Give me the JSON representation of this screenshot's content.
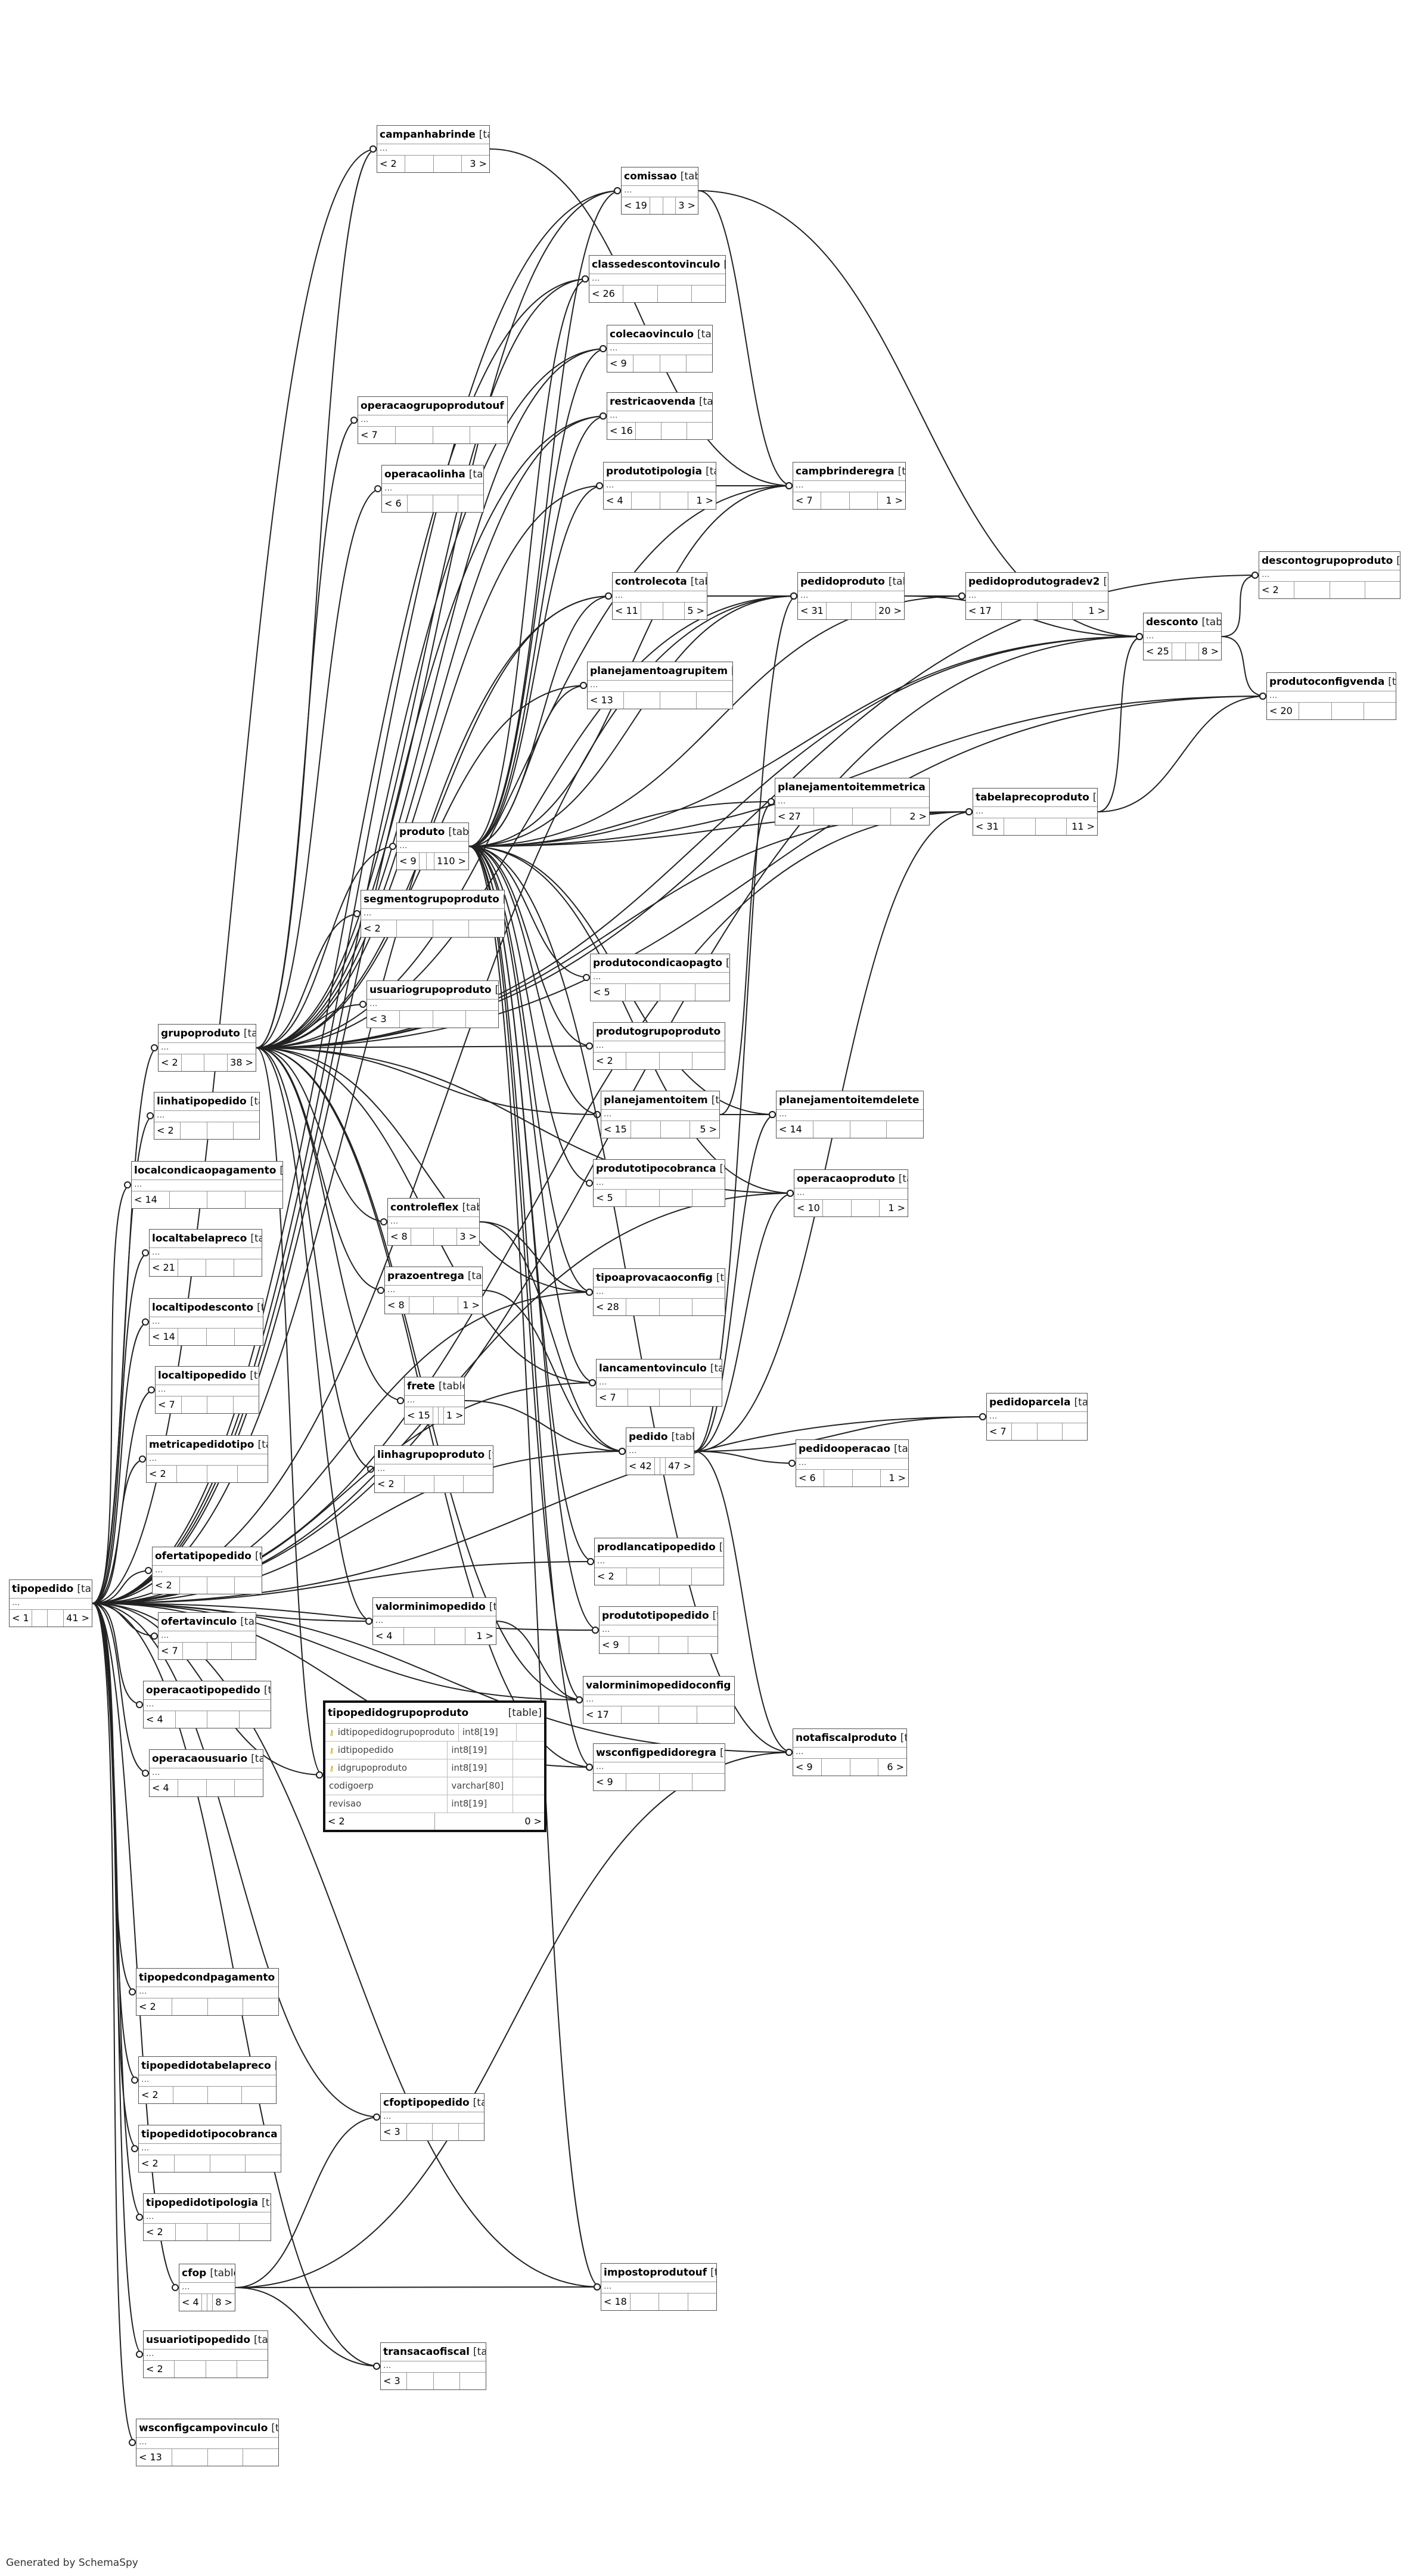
{
  "diagram": {
    "footer": "Generated by SchemaSpy",
    "focus_table": {
      "name": "tipopedidogrupoproduto",
      "tag": "[table]",
      "columns": [
        {
          "name": "idtipopedidogrupoproduto",
          "type": "int8[19]",
          "key": "pk"
        },
        {
          "name": "idtipopedido",
          "type": "int8[19]",
          "key": "fk"
        },
        {
          "name": "idgrupoproduto",
          "type": "int8[19]",
          "key": "fk"
        },
        {
          "name": "codigoerp",
          "type": "varchar[80]",
          "key": ""
        },
        {
          "name": "revisao",
          "type": "int8[19]",
          "key": ""
        }
      ],
      "parents": "< 2",
      "children": "0 >"
    },
    "tables": [
      {
        "id": "campanhabrinde",
        "tag": "[table]",
        "parents": "< 2",
        "children": "3 >"
      },
      {
        "id": "comissao",
        "tag": "[table]",
        "parents": "< 19",
        "children": "3 >"
      },
      {
        "id": "classedescontovinculo",
        "tag": "[table]",
        "parents": "< 26",
        "children": ""
      },
      {
        "id": "colecaovinculo",
        "tag": "[table]",
        "parents": "< 9",
        "children": ""
      },
      {
        "id": "operacaogrupoprodutouf",
        "tag": "[table]",
        "parents": "< 7",
        "children": ""
      },
      {
        "id": "restricaovenda",
        "tag": "[table]",
        "parents": "< 16",
        "children": ""
      },
      {
        "id": "operacaolinha",
        "tag": "[table]",
        "parents": "< 6",
        "children": ""
      },
      {
        "id": "produtotipologia",
        "tag": "[table]",
        "parents": "< 4",
        "children": "1 >"
      },
      {
        "id": "campbrinderegra",
        "tag": "[table]",
        "parents": "< 7",
        "children": "1 >"
      },
      {
        "id": "descontogrupoproduto",
        "tag": "[table]",
        "parents": "< 2",
        "children": ""
      },
      {
        "id": "controlecota",
        "tag": "[table]",
        "parents": "< 11",
        "children": "5 >"
      },
      {
        "id": "pedidoproduto",
        "tag": "[table]",
        "parents": "< 31",
        "children": "20 >"
      },
      {
        "id": "pedidoprodutogradev2",
        "tag": "[table]",
        "parents": "< 17",
        "children": "1 >"
      },
      {
        "id": "desconto",
        "tag": "[table]",
        "parents": "< 25",
        "children": "8 >"
      },
      {
        "id": "produtoconfigvenda",
        "tag": "[table]",
        "parents": "< 20",
        "children": ""
      },
      {
        "id": "planejamentoagrupitem",
        "tag": "[table]",
        "parents": "< 13",
        "children": ""
      },
      {
        "id": "planejamentoitemmetrica",
        "tag": "[table]",
        "parents": "< 27",
        "children": "2 >"
      },
      {
        "id": "tabelaprecoproduto",
        "tag": "[table]",
        "parents": "< 31",
        "children": "11 >"
      },
      {
        "id": "produto",
        "tag": "[table]",
        "parents": "< 9",
        "children": "110 >"
      },
      {
        "id": "segmentogrupoproduto",
        "tag": "[table]",
        "parents": "< 2",
        "children": ""
      },
      {
        "id": "produtocondicaopagto",
        "tag": "[table]",
        "parents": "< 5",
        "children": ""
      },
      {
        "id": "usuariogrupoproduto",
        "tag": "[table]",
        "parents": "< 3",
        "children": ""
      },
      {
        "id": "grupoproduto",
        "tag": "[table]",
        "parents": "< 2",
        "children": "38 >"
      },
      {
        "id": "produtogrupoproduto",
        "tag": "[table]",
        "parents": "< 2",
        "children": ""
      },
      {
        "id": "linhatipopedido",
        "tag": "[table]",
        "parents": "< 2",
        "children": ""
      },
      {
        "id": "planejamentoitem",
        "tag": "[table]",
        "parents": "< 15",
        "children": "5 >"
      },
      {
        "id": "planejamentoitemdelete",
        "tag": "[table]",
        "parents": "< 14",
        "children": ""
      },
      {
        "id": "localcondicaopagamento",
        "tag": "[table]",
        "parents": "< 14",
        "children": ""
      },
      {
        "id": "produtotipocobranca",
        "tag": "[table]",
        "parents": "< 5",
        "children": ""
      },
      {
        "id": "operacaoproduto",
        "tag": "[table]",
        "parents": "< 10",
        "children": "1 >"
      },
      {
        "id": "controleflex",
        "tag": "[table]",
        "parents": "< 8",
        "children": "3 >"
      },
      {
        "id": "localtabelapreco",
        "tag": "[table]",
        "parents": "< 21",
        "children": ""
      },
      {
        "id": "prazoentrega",
        "tag": "[table]",
        "parents": "< 8",
        "children": "1 >"
      },
      {
        "id": "tipoaprovacaoconfig",
        "tag": "[table]",
        "parents": "< 28",
        "children": ""
      },
      {
        "id": "localtipodesconto",
        "tag": "[table]",
        "parents": "< 14",
        "children": ""
      },
      {
        "id": "lancamentovinculo",
        "tag": "[table]",
        "parents": "< 7",
        "children": ""
      },
      {
        "id": "localtipopedido",
        "tag": "[table]",
        "parents": "< 7",
        "children": ""
      },
      {
        "id": "frete",
        "tag": "[table]",
        "parents": "< 15",
        "children": "1 >"
      },
      {
        "id": "pedidoparcela",
        "tag": "[table]",
        "parents": "< 7",
        "children": ""
      },
      {
        "id": "pedido",
        "tag": "[table]",
        "parents": "< 42",
        "children": "47 >"
      },
      {
        "id": "pedidooperacao",
        "tag": "[table]",
        "parents": "< 6",
        "children": "1 >"
      },
      {
        "id": "metricapedidotipo",
        "tag": "[table]",
        "parents": "< 2",
        "children": ""
      },
      {
        "id": "linhagrupoproduto",
        "tag": "[table]",
        "parents": "< 2",
        "children": ""
      },
      {
        "id": "ofertatipopedido",
        "tag": "[table]",
        "parents": "< 2",
        "children": ""
      },
      {
        "id": "prodlancatipopedido",
        "tag": "[table]",
        "parents": "< 2",
        "children": ""
      },
      {
        "id": "tipopedido",
        "tag": "[table]",
        "parents": "< 1",
        "children": "41 >"
      },
      {
        "id": "valorminimopedido",
        "tag": "[table]",
        "parents": "< 4",
        "children": "1 >"
      },
      {
        "id": "ofertavinculo",
        "tag": "[table]",
        "parents": "< 7",
        "children": ""
      },
      {
        "id": "produtotipopedido",
        "tag": "[table]",
        "parents": "< 9",
        "children": ""
      },
      {
        "id": "valorminimopedidoconfig",
        "tag": "[table]",
        "parents": "< 17",
        "children": ""
      },
      {
        "id": "operacaotipopedido",
        "tag": "[table]",
        "parents": "< 4",
        "children": ""
      },
      {
        "id": "notafiscalproduto",
        "tag": "[table]",
        "parents": "< 9",
        "children": "6 >"
      },
      {
        "id": "wsconfigpedidoregra",
        "tag": "[table]",
        "parents": "< 9",
        "children": ""
      },
      {
        "id": "operacaousuario",
        "tag": "[table]",
        "parents": "< 4",
        "children": ""
      },
      {
        "id": "tipopedcondpagamento",
        "tag": "[table]",
        "parents": "< 2",
        "children": ""
      },
      {
        "id": "tipopedidotabelapreco",
        "tag": "[table]",
        "parents": "< 2",
        "children": ""
      },
      {
        "id": "cfoptipopedido",
        "tag": "[table]",
        "parents": "< 3",
        "children": ""
      },
      {
        "id": "tipopedidotipocobranca",
        "tag": "[table]",
        "parents": "< 2",
        "children": ""
      },
      {
        "id": "tipopedidotipologia",
        "tag": "[table]",
        "parents": "< 2",
        "children": ""
      },
      {
        "id": "cfop",
        "tag": "[table]",
        "parents": "< 4",
        "children": "8 >"
      },
      {
        "id": "impostoprodutouf",
        "tag": "[table]",
        "parents": "< 18",
        "children": ""
      },
      {
        "id": "usuariotipopedido",
        "tag": "[table]",
        "parents": "< 2",
        "children": ""
      },
      {
        "id": "transacaofiscal",
        "tag": "[table]",
        "parents": "< 3",
        "children": ""
      },
      {
        "id": "wsconfigcampovinculo",
        "tag": "[table]",
        "parents": "< 13",
        "children": ""
      }
    ],
    "relationships": [
      [
        "grupoproduto",
        "campanhabrinde"
      ],
      [
        "grupoproduto",
        "comissao"
      ],
      [
        "grupoproduto",
        "classedescontovinculo"
      ],
      [
        "grupoproduto",
        "colecaovinculo"
      ],
      [
        "grupoproduto",
        "operacaogrupoprodutouf"
      ],
      [
        "grupoproduto",
        "restricaovenda"
      ],
      [
        "grupoproduto",
        "operacaolinha"
      ],
      [
        "grupoproduto",
        "produtotipologia"
      ],
      [
        "grupoproduto",
        "campbrinderegra"
      ],
      [
        "grupoproduto",
        "descontogrupoproduto"
      ],
      [
        "grupoproduto",
        "controlecota"
      ],
      [
        "grupoproduto",
        "pedidoproduto"
      ],
      [
        "grupoproduto",
        "desconto"
      ],
      [
        "grupoproduto",
        "produtoconfigvenda"
      ],
      [
        "grupoproduto",
        "planejamentoagrupitem"
      ],
      [
        "grupoproduto",
        "produto"
      ],
      [
        "grupoproduto",
        "segmentogrupoproduto"
      ],
      [
        "grupoproduto",
        "usuariogrupoproduto"
      ],
      [
        "grupoproduto",
        "produtogrupoproduto"
      ],
      [
        "grupoproduto",
        "planejamentoitem"
      ],
      [
        "grupoproduto",
        "controleflex"
      ],
      [
        "grupoproduto",
        "prazoentrega"
      ],
      [
        "grupoproduto",
        "tipoaprovacaoconfig"
      ],
      [
        "grupoproduto",
        "frete"
      ],
      [
        "grupoproduto",
        "linhagrupoproduto"
      ],
      [
        "grupoproduto",
        "valorminimopedido"
      ],
      [
        "grupoproduto",
        "tipopedidogrupoproduto"
      ],
      [
        "grupoproduto",
        "valorminimopedidoconfig"
      ],
      [
        "grupoproduto",
        "wsconfigpedidoregra"
      ],
      [
        "grupoproduto",
        "operacaoproduto"
      ],
      [
        "grupoproduto",
        "tabelaprecoproduto"
      ],
      [
        "grupoproduto",
        "lancamentovinculo"
      ],
      [
        "produto",
        "comissao"
      ],
      [
        "produto",
        "classedescontovinculo"
      ],
      [
        "produto",
        "colecaovinculo"
      ],
      [
        "produto",
        "restricaovenda"
      ],
      [
        "produto",
        "produtotipologia"
      ],
      [
        "produto",
        "campbrinderegra"
      ],
      [
        "produto",
        "controlecota"
      ],
      [
        "produto",
        "pedidoproduto"
      ],
      [
        "produto",
        "pedidoprodutogradev2"
      ],
      [
        "produto",
        "desconto"
      ],
      [
        "produto",
        "produtoconfigvenda"
      ],
      [
        "produto",
        "planejamentoagrupitem"
      ],
      [
        "produto",
        "planejamentoitemmetrica"
      ],
      [
        "produto",
        "tabelaprecoproduto"
      ],
      [
        "produto",
        "produtocondicaopagto"
      ],
      [
        "produto",
        "produtogrupoproduto"
      ],
      [
        "produto",
        "planejamentoitem"
      ],
      [
        "produto",
        "planejamentoitemdelete"
      ],
      [
        "produto",
        "produtotipocobranca"
      ],
      [
        "produto",
        "operacaoproduto"
      ],
      [
        "produto",
        "tipoaprovacaoconfig"
      ],
      [
        "produto",
        "lancamentovinculo"
      ],
      [
        "produto",
        "prodlancatipopedido"
      ],
      [
        "produto",
        "produtotipopedido"
      ],
      [
        "produto",
        "valorminimopedidoconfig"
      ],
      [
        "produto",
        "wsconfigpedidoregra"
      ],
      [
        "produto",
        "notafiscalproduto"
      ],
      [
        "produto",
        "impostoprodutouf"
      ],
      [
        "pedido",
        "pedidoproduto"
      ],
      [
        "pedido",
        "pedidoparcela"
      ],
      [
        "pedido",
        "pedidooperacao"
      ],
      [
        "pedido",
        "notafiscalproduto"
      ],
      [
        "pedido",
        "operacaoproduto"
      ],
      [
        "pedido",
        "tabelaprecoproduto"
      ],
      [
        "pedido",
        "planejamentoitemdelete"
      ],
      [
        "pedidoproduto",
        "pedidoprodutogradev2"
      ],
      [
        "pedidoproduto",
        "desconto"
      ],
      [
        "desconto",
        "descontogrupoproduto"
      ],
      [
        "desconto",
        "produtoconfigvenda"
      ],
      [
        "tabelaprecoproduto",
        "produtoconfigvenda"
      ],
      [
        "tabelaprecoproduto",
        "desconto"
      ],
      [
        "comissao",
        "campbrinderegra"
      ],
      [
        "comissao",
        "desconto"
      ],
      [
        "campanhabrinde",
        "campbrinderegra"
      ],
      [
        "controlecota",
        "pedidoproduto"
      ],
      [
        "produtotipologia",
        "campbrinderegra"
      ],
      [
        "planejamentoitem",
        "planejamentoitemdelete"
      ],
      [
        "planejamentoitem",
        "planejamentoitemmetrica"
      ],
      [
        "controleflex",
        "pedido"
      ],
      [
        "controleflex",
        "tipoaprovacaoconfig"
      ],
      [
        "prazoentrega",
        "pedido"
      ],
      [
        "frete",
        "pedido"
      ],
      [
        "valorminimopedido",
        "valorminimopedidoconfig"
      ],
      [
        "cfop",
        "cfoptipopedido"
      ],
      [
        "cfop",
        "impostoprodutouf"
      ],
      [
        "cfop",
        "transacaofiscal"
      ],
      [
        "cfop",
        "notafiscalproduto"
      ],
      [
        "tipopedido",
        "grupoproduto"
      ],
      [
        "tipopedido",
        "linhatipopedido"
      ],
      [
        "tipopedido",
        "localcondicaopagamento"
      ],
      [
        "tipopedido",
        "localtabelapreco"
      ],
      [
        "tipopedido",
        "localtipodesconto"
      ],
      [
        "tipopedido",
        "localtipopedido"
      ],
      [
        "tipopedido",
        "metricapedidotipo"
      ],
      [
        "tipopedido",
        "ofertatipopedido"
      ],
      [
        "tipopedido",
        "ofertavinculo"
      ],
      [
        "tipopedido",
        "operacaotipopedido"
      ],
      [
        "tipopedido",
        "operacaousuario"
      ],
      [
        "tipopedido",
        "tipopedidogrupoproduto"
      ],
      [
        "tipopedido",
        "tipopedcondpagamento"
      ],
      [
        "tipopedido",
        "tipopedidotabelapreco"
      ],
      [
        "tipopedido",
        "tipopedidotipocobranca"
      ],
      [
        "tipopedido",
        "tipopedidotipologia"
      ],
      [
        "tipopedido",
        "cfop"
      ],
      [
        "tipopedido",
        "usuariotipopedido"
      ],
      [
        "tipopedido",
        "wsconfigcampovinculo"
      ],
      [
        "tipopedido",
        "cfoptipopedido"
      ],
      [
        "tipopedido",
        "transacaofiscal"
      ],
      [
        "tipopedido",
        "campanhabrinde"
      ],
      [
        "tipopedido",
        "comissao"
      ],
      [
        "tipopedido",
        "classedescontovinculo"
      ],
      [
        "tipopedido",
        "controlecota"
      ],
      [
        "tipopedido",
        "pedidoproduto"
      ],
      [
        "tipopedido",
        "desconto"
      ],
      [
        "tipopedido",
        "pedido"
      ],
      [
        "tipopedido",
        "pedidoparcela"
      ],
      [
        "tipopedido",
        "prodlancatipopedido"
      ],
      [
        "tipopedido",
        "produtotipopedido"
      ],
      [
        "tipopedido",
        "valorminimopedidoconfig"
      ],
      [
        "tipopedido",
        "wsconfigpedidoregra"
      ],
      [
        "tipopedido",
        "notafiscalproduto"
      ],
      [
        "tipopedido",
        "impostoprodutouf"
      ],
      [
        "tipopedido",
        "tipoaprovacaoconfig"
      ],
      [
        "tipopedido",
        "operacaoproduto"
      ],
      [
        "tipopedido",
        "tabelaprecoproduto"
      ],
      [
        "tipopedido",
        "lancamentovinculo"
      ],
      [
        "tipopedido",
        "valorminimopedido"
      ],
      [
        "tipopedido",
        "restricaovenda"
      ],
      [
        "tipopedido",
        "colecaovinculo"
      ]
    ]
  }
}
